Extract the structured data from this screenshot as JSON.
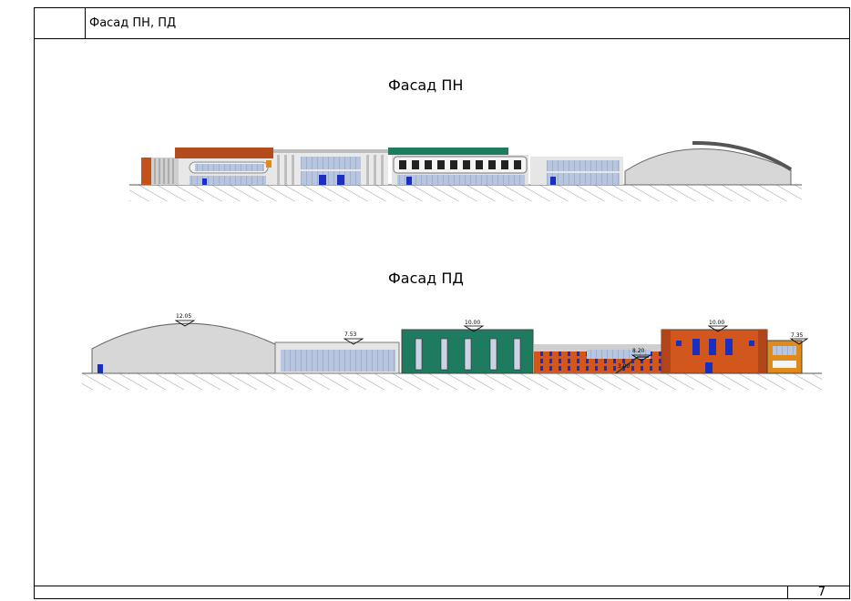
{
  "sheet": {
    "header_title": "Фасад ПН, ПД",
    "page_number": "7"
  },
  "facade_north": {
    "title": "Фасад ПН"
  },
  "facade_south": {
    "title": "Фасад ПД",
    "elevation_marks": [
      "12.05",
      "7.53",
      "10.00",
      "8.20",
      "10.00",
      "7.35",
      "3.00"
    ]
  },
  "colors": {
    "orange_brick": "#d2571c",
    "teal_green": "#1e7b5f",
    "dome_gray": "#d7d7d7",
    "glass_blue": "#9fb3d1",
    "door_blue": "#1a2fbf",
    "hatch": "#9a9a9a"
  }
}
